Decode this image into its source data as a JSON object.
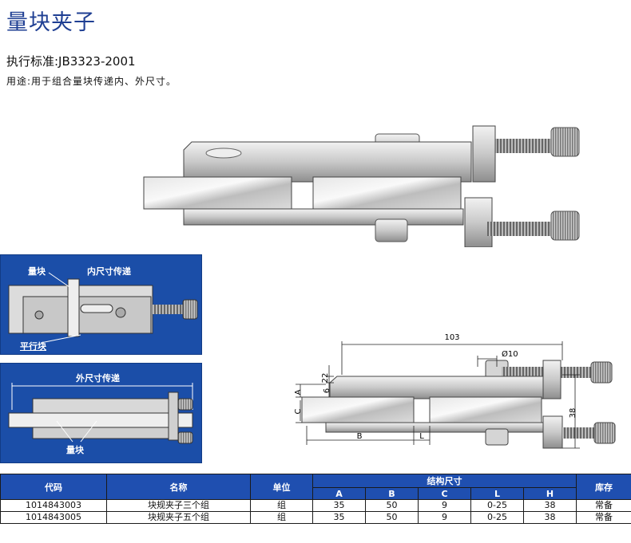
{
  "title": "量块夹子",
  "standard": "执行标准:JB3323-2001",
  "usage": "用途:用于组合量块传递内、外尺寸。",
  "panel_inner": {
    "label_gauge": "量块",
    "label_transfer": "内尺寸传递",
    "label_parallel": "平行块"
  },
  "panel_outer": {
    "label_transfer": "外尺寸传递",
    "label_gauge": "量块"
  },
  "drawing": {
    "dim_103": "103",
    "dim_phi10": "Ø10",
    "dim_22": "22",
    "dim_6": "6",
    "dim_A": "A",
    "dim_C": "C",
    "dim_B": "B",
    "dim_L": "L",
    "dim_38": "38"
  },
  "table": {
    "headers": {
      "code": "代码",
      "name": "名称",
      "unit": "单位",
      "structure": "结构尺寸",
      "stock": "库存",
      "sub": [
        "A",
        "B",
        "C",
        "L",
        "H"
      ]
    },
    "rows": [
      {
        "code": "1014843003",
        "name": "块规夹子三个组",
        "unit": "组",
        "A": "35",
        "B": "50",
        "C": "9",
        "L": "0-25",
        "H": "38",
        "stock": "常备"
      },
      {
        "code": "1014843005",
        "name": "块规夹子五个组",
        "unit": "组",
        "A": "35",
        "B": "50",
        "C": "9",
        "L": "0-25",
        "H": "38",
        "stock": "常备"
      }
    ]
  }
}
